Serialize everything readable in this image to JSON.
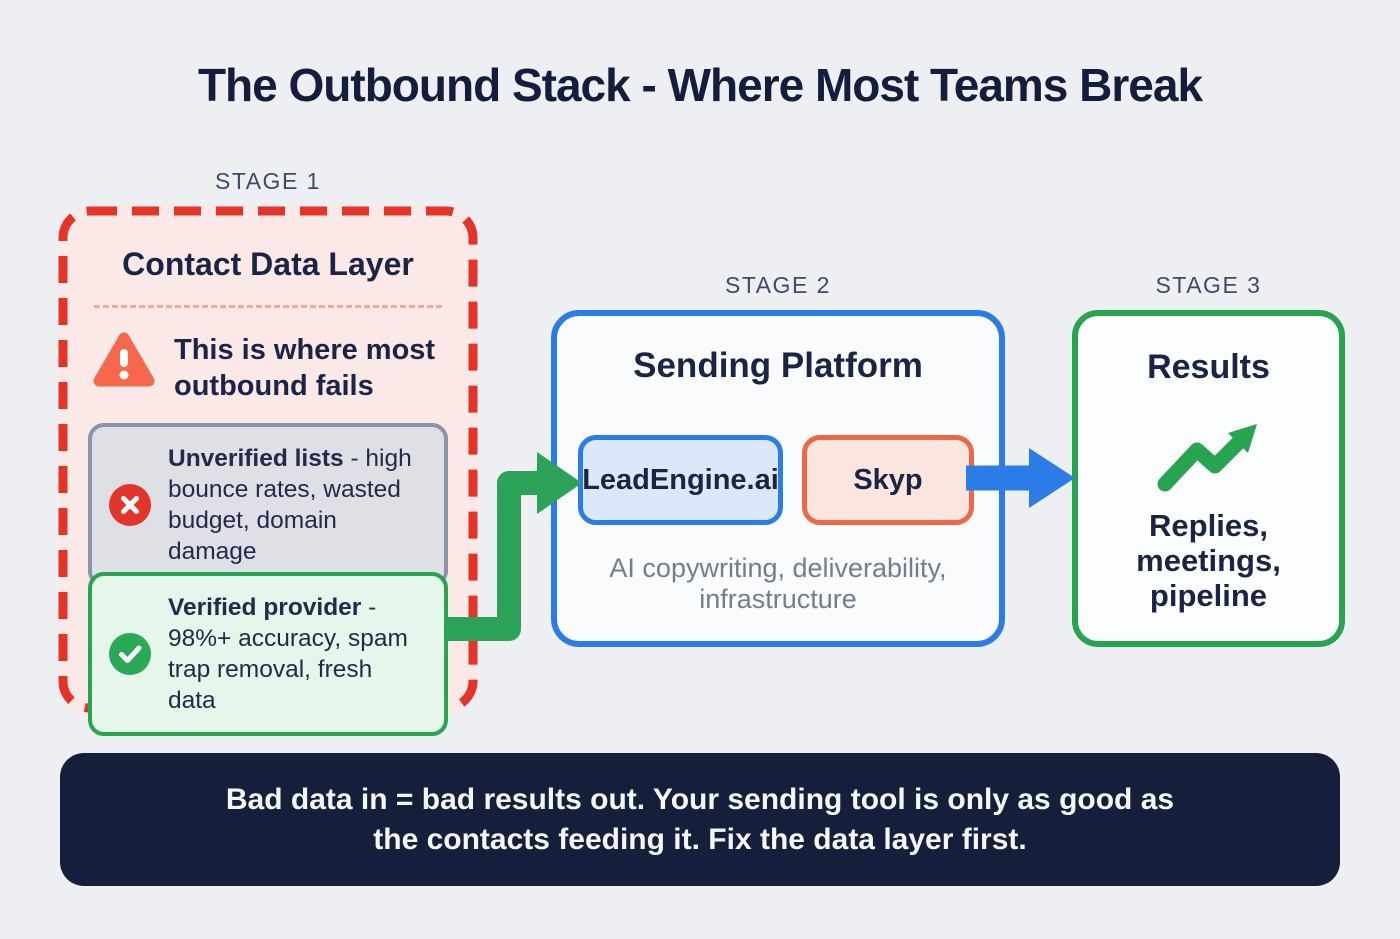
{
  "title": "The Outbound Stack - Where Most Teams Break",
  "stage1": {
    "label": "STAGE 1",
    "title": "Contact Data Layer",
    "warning": "This is where most outbound fails",
    "bad": {
      "bold": "Unverified lists",
      "rest": " - high bounce rates, wasted budget, domain damage"
    },
    "good": {
      "bold": "Verified provider",
      "rest": " - 98%+ accuracy, spam trap removal, fresh data"
    }
  },
  "stage2": {
    "label": "STAGE 2",
    "title": "Sending Platform",
    "tool1": "LeadEngine.ai",
    "tool2": "Skyp",
    "subtext": "AI copywriting, deliverability, infrastructure"
  },
  "stage3": {
    "label": "STAGE 3",
    "title": "Results",
    "outcomes": "Replies, meetings, pipeline"
  },
  "banner": {
    "line1": "Bad data in = bad results out. Your sending tool is only as good as",
    "line2": "the contacts feeding it. Fix the data layer first."
  },
  "icons": {
    "warning": "warning-triangle-icon",
    "bad": "x-circle-icon",
    "good": "check-circle-icon",
    "results": "trend-up-icon",
    "flow1": "green-elbow-arrow-icon",
    "flow2": "blue-right-arrow-icon"
  },
  "colors": {
    "background": "#edeff3",
    "navy_text": "#1b2444",
    "stage1_border_red": "#e43327",
    "stage1_bg_pink": "#fbe9e7",
    "bad_pill_bg": "#dee0e6",
    "bad_pill_border": "#8b93a7",
    "bad_icon_red": "#e4352c",
    "good_green": "#26a44f",
    "good_pill_bg": "#e5f6ea",
    "warning_coral": "#f5684b",
    "stage2_blue": "#2c7ce8",
    "tool1_bg": "#dbe8fb",
    "tool2_border_coral": "#ee6747",
    "tool2_bg": "#fbe5df",
    "subtext_gray": "#717d90",
    "stage3_green": "#28a451",
    "banner_bg": "#151e3a"
  }
}
